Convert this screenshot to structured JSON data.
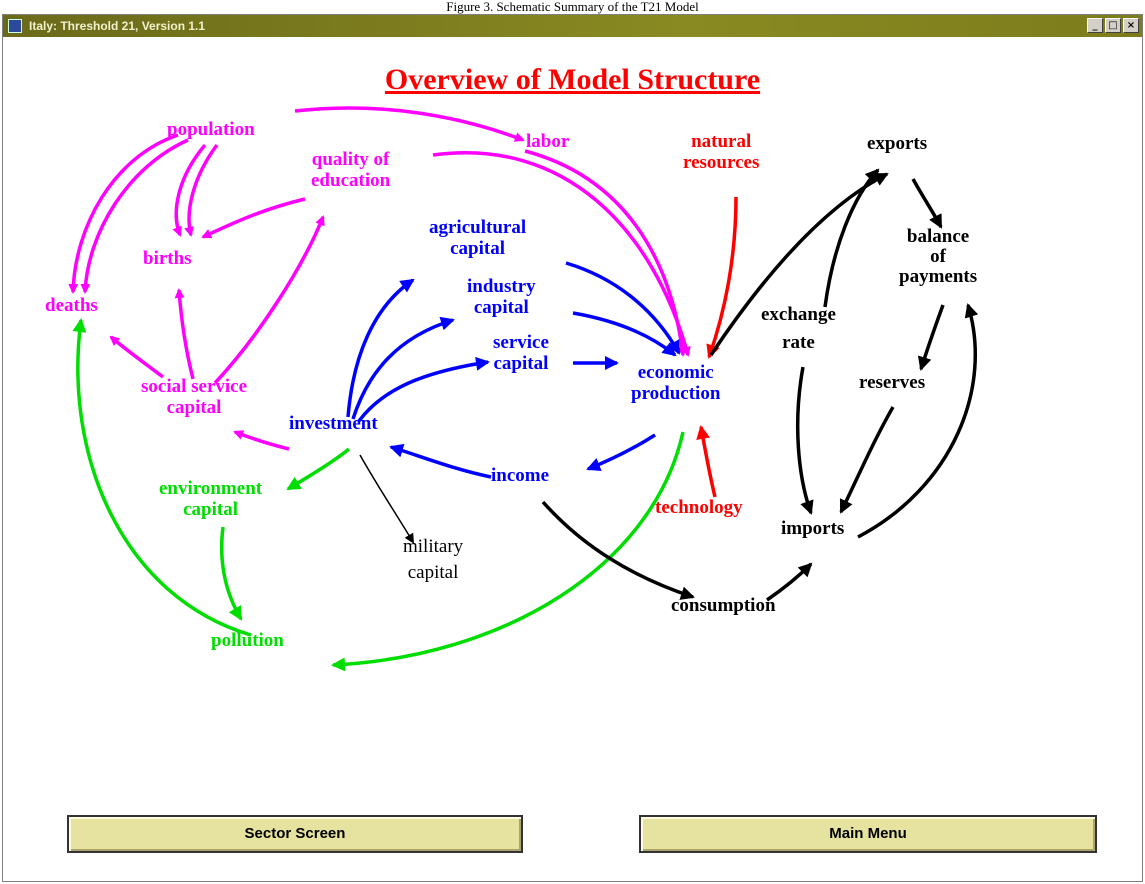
{
  "caption": "Figure 3. Schematic Summary of the T21 Model",
  "window": {
    "title": "Italy: Threshold 21, Version 1.1",
    "controls": {
      "minimize": "_",
      "maximize": "□",
      "close": "×"
    }
  },
  "diagram": {
    "title": "Overview of Model Structure",
    "nodes": {
      "population": "population",
      "labor": "labor",
      "quality_of_education_1": "quality of",
      "quality_of_education_2": "education",
      "natural_resources_1": "natural",
      "natural_resources_2": "resources",
      "exports": "exports",
      "births": "births",
      "deaths": "deaths",
      "agricultural_capital_1": "agricultural",
      "agricultural_capital_2": "capital",
      "industry_capital_1": "industry",
      "industry_capital_2": "capital",
      "service_capital_1": "service",
      "service_capital_2": "capital",
      "balance_of_payments_1": "balance",
      "balance_of_payments_2": "of",
      "balance_of_payments_3": "payments",
      "exchange_rate_1": "exchange",
      "exchange_rate_2": "rate",
      "economic_production_1": "economic",
      "economic_production_2": "production",
      "social_service_capital_1": "social service",
      "social_service_capital_2": "capital",
      "reserves": "reserves",
      "investment": "investment",
      "income": "income",
      "technology": "technology",
      "environment_capital_1": "environment",
      "environment_capital_2": "capital",
      "imports": "imports",
      "military_capital_1": "military",
      "military_capital_2": "capital",
      "consumption": "consumption",
      "pollution": "pollution"
    },
    "colors": {
      "population_sector": "#ff00ff",
      "capital_sector": "#0000ff",
      "resources_sector": "#ff0000",
      "environment_sector": "#00dd00",
      "trade_sector": "#000000"
    }
  },
  "buttons": {
    "sector_screen": "Sector Screen",
    "main_menu": "Main Menu"
  }
}
